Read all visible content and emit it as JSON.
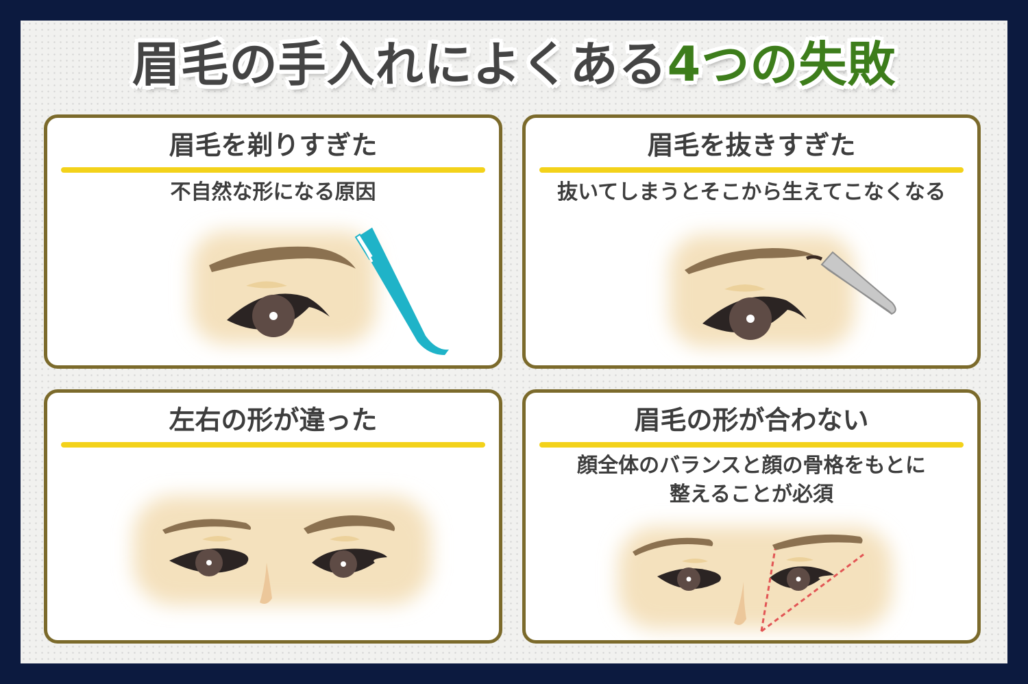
{
  "title": {
    "main": "眉毛の手入れによくある",
    "accent": "4つの失敗"
  },
  "colors": {
    "background": "#0c1a3f",
    "panel_border": "#7b6a2b",
    "rule": "#f3d21a",
    "accent": "#3d7d1b",
    "text": "#3d3d3d"
  },
  "panels": [
    {
      "title": "眉毛を剃りすぎた",
      "subtitle": "不自然な形になる原因",
      "icon": "razor-icon"
    },
    {
      "title": "眉毛を抜きすぎた",
      "subtitle": "抜いてしまうとそこから生えてこなくなる",
      "icon": "tweezers-icon"
    },
    {
      "title": "左右の形が違った",
      "subtitle": "",
      "icon": ""
    },
    {
      "title": "眉毛の形が合わない",
      "subtitle_line1": "顔全体のバランスと顔の骨格をもとに",
      "subtitle_line2": "整えることが必須",
      "icon": "guide-lines-icon"
    }
  ]
}
